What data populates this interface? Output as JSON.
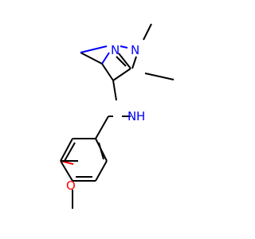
{
  "atoms": {
    "n1": {
      "symbol": "N",
      "color": "#0000ff"
    },
    "n2": {
      "symbol": "N",
      "color": "#0000ff"
    },
    "nh": {
      "symbol": "N",
      "h": "H",
      "color": "#0000ff"
    },
    "o": {
      "symbol": "O",
      "color": "#ff0000"
    }
  }
}
